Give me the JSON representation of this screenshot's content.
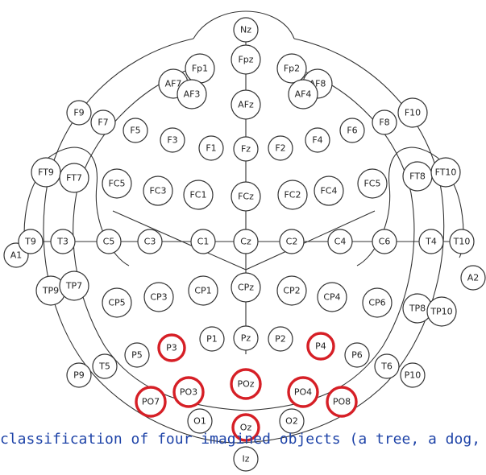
{
  "caption": "classification of four imagined objects (a tree, a dog,",
  "colors": {
    "highlight": "#d61f26",
    "caption": "#1f44a8",
    "outline": "#333333"
  },
  "electrodes": [
    {
      "label": "Nz",
      "highlight": false
    },
    {
      "label": "Fpz",
      "highlight": false
    },
    {
      "label": "Fp1",
      "highlight": false
    },
    {
      "label": "Fp2",
      "highlight": false
    },
    {
      "label": "AF7",
      "highlight": false
    },
    {
      "label": "AF8",
      "highlight": false
    },
    {
      "label": "AF3",
      "highlight": false
    },
    {
      "label": "AF4",
      "highlight": false
    },
    {
      "label": "AFz",
      "highlight": false
    },
    {
      "label": "F9",
      "highlight": false
    },
    {
      "label": "F7",
      "highlight": false
    },
    {
      "label": "F5",
      "highlight": false
    },
    {
      "label": "F3",
      "highlight": false
    },
    {
      "label": "F1",
      "highlight": false
    },
    {
      "label": "Fz",
      "highlight": false
    },
    {
      "label": "F2",
      "highlight": false
    },
    {
      "label": "F4",
      "highlight": false
    },
    {
      "label": "F6",
      "highlight": false
    },
    {
      "label": "F8",
      "highlight": false
    },
    {
      "label": "F10",
      "highlight": false
    },
    {
      "label": "FT9",
      "highlight": false
    },
    {
      "label": "FT7",
      "highlight": false
    },
    {
      "label": "FC5",
      "highlight": false
    },
    {
      "label": "FC3",
      "highlight": false
    },
    {
      "label": "FC1",
      "highlight": false
    },
    {
      "label": "FCz",
      "highlight": false
    },
    {
      "label": "FC2",
      "highlight": false
    },
    {
      "label": "FC4",
      "highlight": false
    },
    {
      "label": "FC5",
      "highlight": false
    },
    {
      "label": "FT8",
      "highlight": false
    },
    {
      "label": "FT10",
      "highlight": false
    },
    {
      "label": "A1",
      "highlight": false
    },
    {
      "label": "T9",
      "highlight": false
    },
    {
      "label": "T3",
      "highlight": false
    },
    {
      "label": "C5",
      "highlight": false
    },
    {
      "label": "C3",
      "highlight": false
    },
    {
      "label": "C1",
      "highlight": false
    },
    {
      "label": "Cz",
      "highlight": false
    },
    {
      "label": "C2",
      "highlight": false
    },
    {
      "label": "C4",
      "highlight": false
    },
    {
      "label": "C6",
      "highlight": false
    },
    {
      "label": "T4",
      "highlight": false
    },
    {
      "label": "T10",
      "highlight": false
    },
    {
      "label": "A2",
      "highlight": false
    },
    {
      "label": "TP9",
      "highlight": false
    },
    {
      "label": "TP7",
      "highlight": false
    },
    {
      "label": "CP5",
      "highlight": false
    },
    {
      "label": "CP3",
      "highlight": false
    },
    {
      "label": "CP1",
      "highlight": false
    },
    {
      "label": "CPz",
      "highlight": false
    },
    {
      "label": "CP2",
      "highlight": false
    },
    {
      "label": "CP4",
      "highlight": false
    },
    {
      "label": "CP6",
      "highlight": false
    },
    {
      "label": "TP8",
      "highlight": false
    },
    {
      "label": "TP10",
      "highlight": false
    },
    {
      "label": "P9",
      "highlight": false
    },
    {
      "label": "T5",
      "highlight": false
    },
    {
      "label": "P5",
      "highlight": false
    },
    {
      "label": "P3",
      "highlight": true
    },
    {
      "label": "P1",
      "highlight": false
    },
    {
      "label": "Pz",
      "highlight": false
    },
    {
      "label": "P2",
      "highlight": false
    },
    {
      "label": "P4",
      "highlight": true
    },
    {
      "label": "P6",
      "highlight": false
    },
    {
      "label": "T6",
      "highlight": false
    },
    {
      "label": "P10",
      "highlight": false
    },
    {
      "label": "PO7",
      "highlight": true
    },
    {
      "label": "PO3",
      "highlight": true
    },
    {
      "label": "POz",
      "highlight": true
    },
    {
      "label": "PO4",
      "highlight": true
    },
    {
      "label": "PO8",
      "highlight": true
    },
    {
      "label": "O1",
      "highlight": false
    },
    {
      "label": "Oz",
      "highlight": true
    },
    {
      "label": "O2",
      "highlight": false
    },
    {
      "label": "Iz",
      "highlight": false
    }
  ]
}
